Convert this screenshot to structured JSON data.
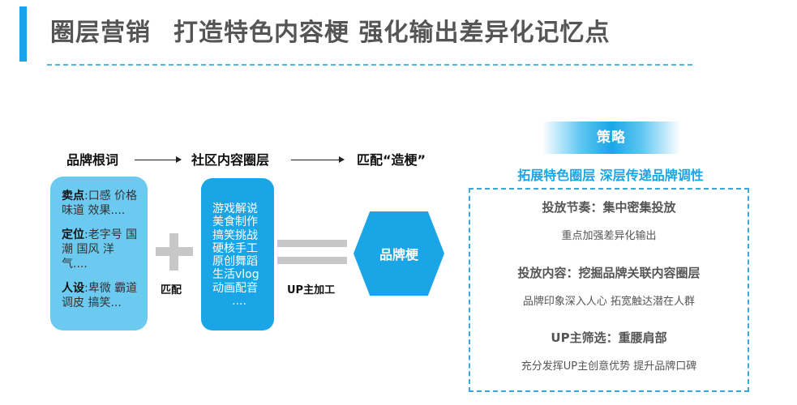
{
  "title": {
    "part1": "圈层营销",
    "part2": "打造特色内容梗 强化输出差异化记忆点"
  },
  "flow": {
    "col1_header": "品牌根词",
    "col2_header": "社区内容圈层",
    "col3_header": "匹配“造梗”"
  },
  "brand_card": {
    "items": [
      {
        "label": "卖点",
        "text": ":口感 价格 味道 效果...."
      },
      {
        "label": "定位",
        "text": ":老字号 国潮 国风 洋气...."
      },
      {
        "label": "人设",
        "text": ":卑微 霸道 调皮 搞笑..."
      }
    ]
  },
  "community_card": {
    "text": "游戏解说美食制作搞笑挑战硬核手工原创舞蹈生活vlog动画配音",
    "ellipsis": "...."
  },
  "operators": {
    "plus_label": "匹配",
    "equals_label": "UP主加工"
  },
  "result": {
    "label": "品牌梗"
  },
  "strategy": {
    "tag": "策略",
    "subtitle": "拓展特色圈层 深层传递品牌调性",
    "items": [
      {
        "heading": "投放节奏：集中密集投放",
        "desc": "重点加强差异化输出"
      },
      {
        "heading": "投放内容：挖掘品牌关联内容圈层",
        "desc": "品牌印象深入人心 拓宽触达潜在人群"
      },
      {
        "heading": "UP主筛选：重腰肩部",
        "desc": "充分发挥UP主创意优势 提升品牌口碑"
      }
    ]
  },
  "colors": {
    "accent": "#1aa6e6",
    "light_accent": "#6ccaf0",
    "operator_gray": "#c7c7c7",
    "title_text": "#555555"
  }
}
